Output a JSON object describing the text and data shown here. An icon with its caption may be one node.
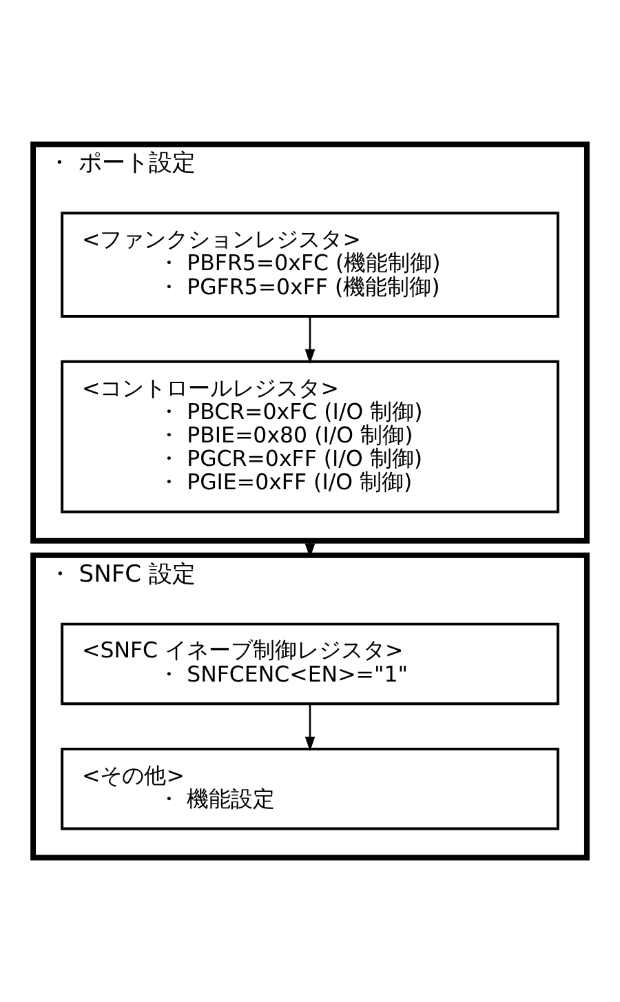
{
  "diagram": {
    "nodes": [
      {
        "text": [
          "・ ポート設定"
        ]
      },
      {
        "text": [
          "<ファンクションレジスタ>",
          "・ PBFR5=0xFC (機能制御)",
          "・ PGFR5=0xFF (機能制御)"
        ],
        "in": 0
      },
      {
        "text": [
          "<コントロールレジスタ>",
          "・ PBCR=0xFC (I/O 制御)",
          "・ PBIE=0x80 (I/O 制御)",
          "・ PGCR=0xFF (I/O 制御)",
          "・ PGIE=0xFF (I/O 制御)"
        ],
        "in": 0
      },
      {
        "text": [
          "・ SNFC 設定"
        ]
      },
      {
        "text": [
          "<SNFC イネーブ制御レジスタ>",
          "・ SNFCENC<EN>=\"1\""
        ],
        "in": 3
      },
      {
        "text": [
          "<その他>",
          "・ 機能設定"
        ],
        "in": 3
      }
    ],
    "edges": [
      {
        "from": 1,
        "to": 2,
        "arrow": "to"
      },
      {
        "from": 0,
        "to": 3,
        "arrow": "to"
      },
      {
        "from": 4,
        "to": 5,
        "arrow": "to"
      }
    ]
  }
}
